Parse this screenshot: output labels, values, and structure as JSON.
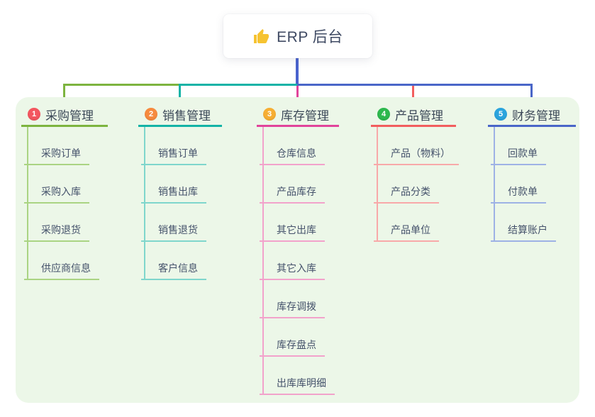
{
  "root": {
    "title": "ERP 后台",
    "icon": "thumbs-up-icon",
    "icon_color": "#f6c331"
  },
  "board": {
    "background": "#ecf7e8"
  },
  "stem_color": "#4a63cd",
  "branches": [
    {
      "num": "1",
      "label": "采购管理",
      "badge_color": "#f3565f",
      "line_color": "#7db43f",
      "line_light": "#aad483",
      "children": [
        "采购订单",
        "采购入库",
        "采购退货",
        "供应商信息"
      ]
    },
    {
      "num": "2",
      "label": "销售管理",
      "badge_color": "#f68a3e",
      "line_color": "#14b3a6",
      "line_light": "#7fd6cc",
      "children": [
        "销售订单",
        "销售出库",
        "销售退货",
        "客户信息"
      ]
    },
    {
      "num": "3",
      "label": "库存管理",
      "badge_color": "#f6ae33",
      "line_color": "#e1449b",
      "line_light": "#f2a2cb",
      "children": [
        "仓库信息",
        "产品库存",
        "其它出库",
        "其它入库",
        "库存调拨",
        "库存盘点",
        "出库库明细"
      ]
    },
    {
      "num": "4",
      "label": "产品管理",
      "badge_color": "#2eb84e",
      "line_color": "#f25e5e",
      "line_light": "#f8a9a9",
      "children": [
        "产品（物料）",
        "产品分类",
        "产品单位"
      ]
    },
    {
      "num": "5",
      "label": "财务管理",
      "badge_color": "#2ba4dd",
      "line_color": "#4a66c8",
      "line_light": "#9eb2e5",
      "children": [
        "回款单",
        "付款单",
        "结算账户"
      ]
    }
  ]
}
